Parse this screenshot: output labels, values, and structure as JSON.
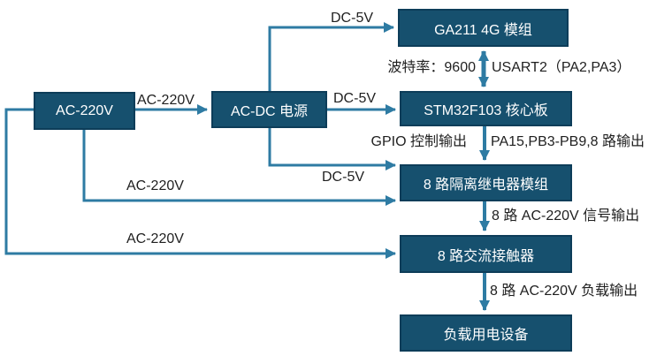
{
  "diagram": {
    "type": "block-diagram",
    "colors": {
      "node_fill": "#16506e",
      "node_border": "#0d3d59",
      "connector": "#2e7ba3",
      "label_text": "#1f1f1f",
      "node_text": "#ffffff",
      "background": "#ffffff"
    },
    "nodes": {
      "ac220v": "AC-220V",
      "acdc": "AC-DC 电源",
      "ga211": "GA211 4G 模组",
      "stm32": "STM32F103 核心板",
      "relay": "8 路隔离继电器模组",
      "contactor": "8 路交流接触器",
      "load": "负载用电设备"
    },
    "labels": {
      "ac220v_to_acdc": "AC-220V",
      "dc5v_to_ga211": "DC-5V",
      "dc5v_to_stm32": "DC-5V",
      "dc5v_to_relay": "DC-5V",
      "baud_rate": "波特率：9600",
      "usart": "USART2（PA2,PA3）",
      "gpio_out": "GPIO 控制输出",
      "pa_pins_out": "PA15,PB3-PB9,8 路输出",
      "signal_out": "8 路 AC-220V 信号输出",
      "load_out": "8 路 AC-220V 负载输出",
      "ac220v_to_relay": "AC-220V",
      "ac220v_to_contactor": "AC-220V"
    },
    "edges": [
      {
        "from": "ac220v",
        "to": "acdc",
        "label": "AC-220V"
      },
      {
        "from": "acdc",
        "to": "ga211",
        "label": "DC-5V"
      },
      {
        "from": "acdc",
        "to": "stm32",
        "label": "DC-5V"
      },
      {
        "from": "acdc",
        "to": "relay",
        "label": "DC-5V"
      },
      {
        "from": "ga211",
        "to": "stm32",
        "label": "波特率：9600 / USART2（PA2,PA3）",
        "bidirectional": true
      },
      {
        "from": "stm32",
        "to": "relay",
        "label": "GPIO 控制输出 / PA15,PB3-PB9,8 路输出"
      },
      {
        "from": "relay",
        "to": "contactor",
        "label": "8 路 AC-220V 信号输出"
      },
      {
        "from": "contactor",
        "to": "load",
        "label": "8 路 AC-220V 负载输出"
      },
      {
        "from": "ac220v",
        "to": "relay",
        "label": "AC-220V"
      },
      {
        "from": "ac220v",
        "to": "contactor",
        "label": "AC-220V"
      }
    ]
  }
}
